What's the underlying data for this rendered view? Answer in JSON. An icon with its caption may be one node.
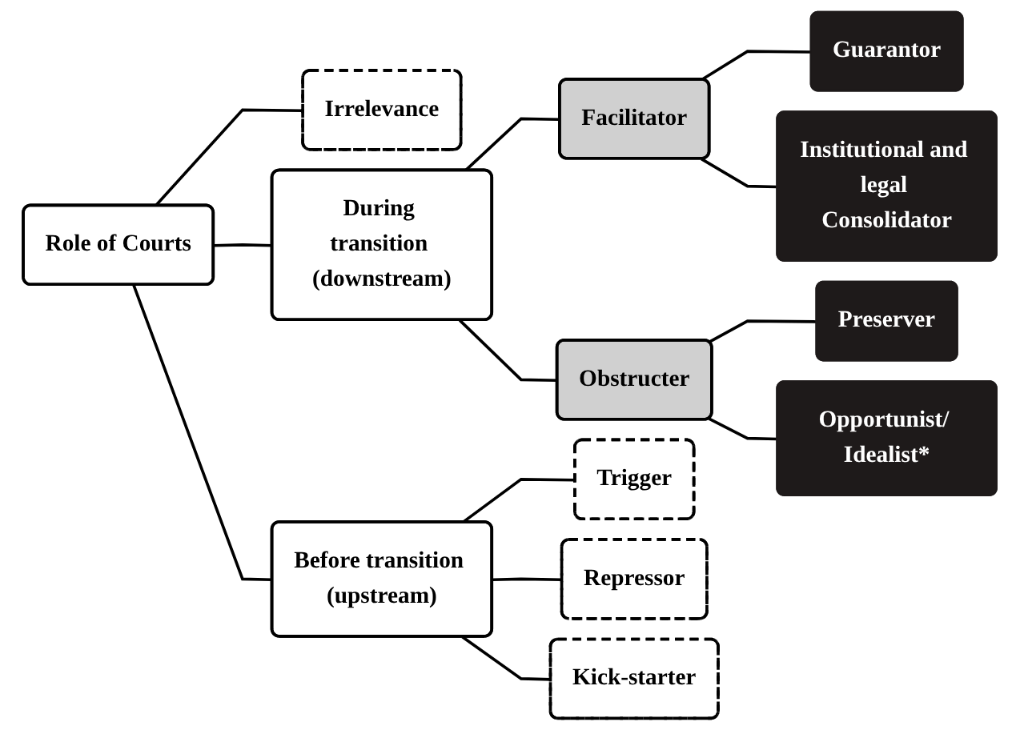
{
  "diagram": {
    "nodes": [
      {
        "text": [
          "Role of Courts"
        ]
      },
      {
        "text": [
          "Irrelevance"
        ]
      },
      {
        "text": [
          "During transition (downstream)"
        ]
      },
      {
        "text": [
          "Before transition (upstream)"
        ]
      },
      {
        "text": [
          "Facilitator"
        ]
      },
      {
        "text": [
          "Obstructer"
        ]
      },
      {
        "text": [
          "Guarantor"
        ]
      },
      {
        "text": [
          "Institutional and legal Consolidator"
        ]
      },
      {
        "text": [
          "Preserver"
        ]
      },
      {
        "text": [
          "Opportunist/ Idealist*"
        ]
      },
      {
        "text": [
          "Trigger"
        ]
      },
      {
        "text": [
          "Repressor"
        ]
      },
      {
        "text": [
          "Kick-starter"
        ]
      }
    ],
    "edges": [
      {
        "from": 0,
        "to": 1,
        "arrow": "none"
      },
      {
        "from": 0,
        "to": 2,
        "arrow": "none"
      },
      {
        "from": 0,
        "to": 3,
        "arrow": "none"
      },
      {
        "from": 2,
        "to": 4,
        "arrow": "none"
      },
      {
        "from": 2,
        "to": 5,
        "arrow": "none"
      },
      {
        "from": 4,
        "to": 6,
        "arrow": "none"
      },
      {
        "from": 4,
        "to": 7,
        "arrow": "none"
      },
      {
        "from": 5,
        "to": 8,
        "arrow": "none"
      },
      {
        "from": 5,
        "to": 9,
        "arrow": "none"
      },
      {
        "from": 3,
        "to": 10,
        "arrow": "none"
      },
      {
        "from": 3,
        "to": 11,
        "arrow": "none"
      },
      {
        "from": 3,
        "to": 12,
        "arrow": "none"
      }
    ]
  }
}
